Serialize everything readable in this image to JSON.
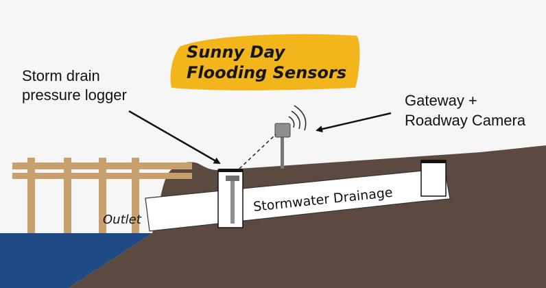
{
  "title": {
    "line1": "Sunny Day",
    "line2": "Flooding Sensors"
  },
  "labels": {
    "storm_drain_line1": "Storm drain",
    "storm_drain_line2": "pressure logger",
    "gateway_line1": "Gateway +",
    "gateway_line2": "Roadway Camera",
    "drainage": "Stormwater Drainage",
    "outlet": "Outlet"
  },
  "colors": {
    "background": "#f6f6f6",
    "ground": "#5c4a40",
    "water": "#1f4a86",
    "dock": "#c8a06d",
    "title_highlight": "#f2b51b",
    "pipe": "#ffffff",
    "sensor": "#8e8e8e"
  }
}
